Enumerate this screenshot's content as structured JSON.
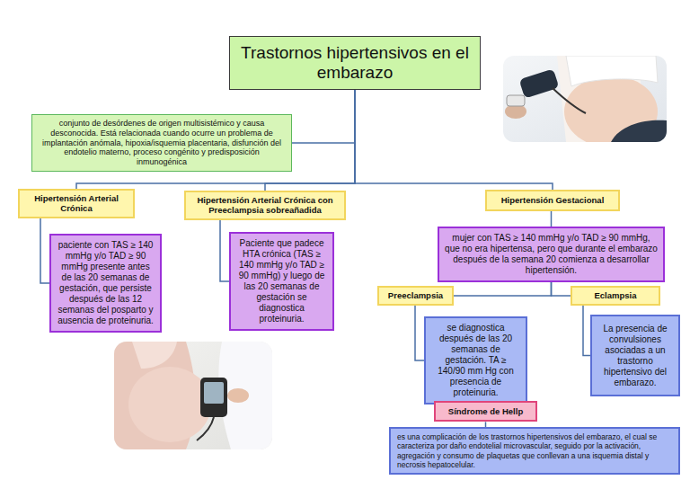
{
  "diagram": {
    "nodes": [
      {
        "text": [
          "Trastornos hipertensivos en el embarazo"
        ]
      },
      {
        "text": [
          "conjunto de desórdenes de origen multisistémico y causa desconocida. Está relacionada cuando ocurre un problema de implantación anómala, hipoxia/isquemia placentaria, disfunción del endotelio materno, proceso congénito y predisposición inmunogénica"
        ]
      },
      {
        "text": [
          "Hipertensión Arterial Crónica"
        ]
      },
      {
        "text": [
          "paciente con TAS ≥ 140 mmHg y/o TAD ≥ 90 mmHg presente antes de las 20 semanas de gestación, que persiste después de las 12 semanas del posparto y ausencia de proteinuria."
        ]
      },
      {
        "text": [
          "Hipertensión Arterial Crónica con Preeclampsia sobreañadida"
        ]
      },
      {
        "text": [
          "Paciente que padece HTA crónica (TAS ≥ 140 mmHg y/o TAD ≥ 90 mmHg) y luego de las 20 semanas de gestación se diagnostica proteinuria."
        ]
      },
      {
        "text": [
          "Hipertensión Gestacional"
        ]
      },
      {
        "text": [
          "mujer con TAS ≥ 140 mmHg y/o TAD ≥ 90 mmHg, que no era hipertensa, pero que durante el embarazo después de la semana 20 comienza a desarrollar hipertensión."
        ]
      },
      {
        "text": [
          "Preeclampsia"
        ]
      },
      {
        "text": [
          "Eclampsia"
        ]
      },
      {
        "text": [
          "se diagnostica después de las 20 semanas de gestación. TA ≥ 140/90 mm Hg con presencia de proteinuria."
        ]
      },
      {
        "text": [
          "La presencia de convulsiones asociadas a un trastorno hipertensivo del embarazo."
        ]
      },
      {
        "text": [
          "Síndrome de Hellp"
        ]
      },
      {
        "text": [
          "es una complicación de los trastornos hipertensivos del embarazo, el cual se caracteriza por daño endotelial microvascular, seguido por la activación, agregación y consumo de plaquetas que conllevan a una isquemia distal y necrosis hepatocelular."
        ]
      }
    ],
    "edges": [
      {
        "from": 0,
        "to": 1,
        "arrow": "none"
      },
      {
        "from": 0,
        "to": 2,
        "arrow": "none"
      },
      {
        "from": 0,
        "to": 4,
        "arrow": "none"
      },
      {
        "from": 0,
        "to": 6,
        "arrow": "none"
      },
      {
        "from": 2,
        "to": 3,
        "arrow": "none"
      },
      {
        "from": 4,
        "to": 5,
        "arrow": "none"
      },
      {
        "from": 6,
        "to": 7,
        "arrow": "none"
      },
      {
        "from": 7,
        "to": 8,
        "arrow": "none"
      },
      {
        "from": 7,
        "to": 9,
        "arrow": "none"
      },
      {
        "from": 8,
        "to": 10,
        "arrow": "none"
      },
      {
        "from": 9,
        "to": 11,
        "arrow": "none"
      },
      {
        "from": 10,
        "to": 12,
        "arrow": "none"
      },
      {
        "from": 12,
        "to": 13,
        "arrow": "none"
      }
    ]
  }
}
